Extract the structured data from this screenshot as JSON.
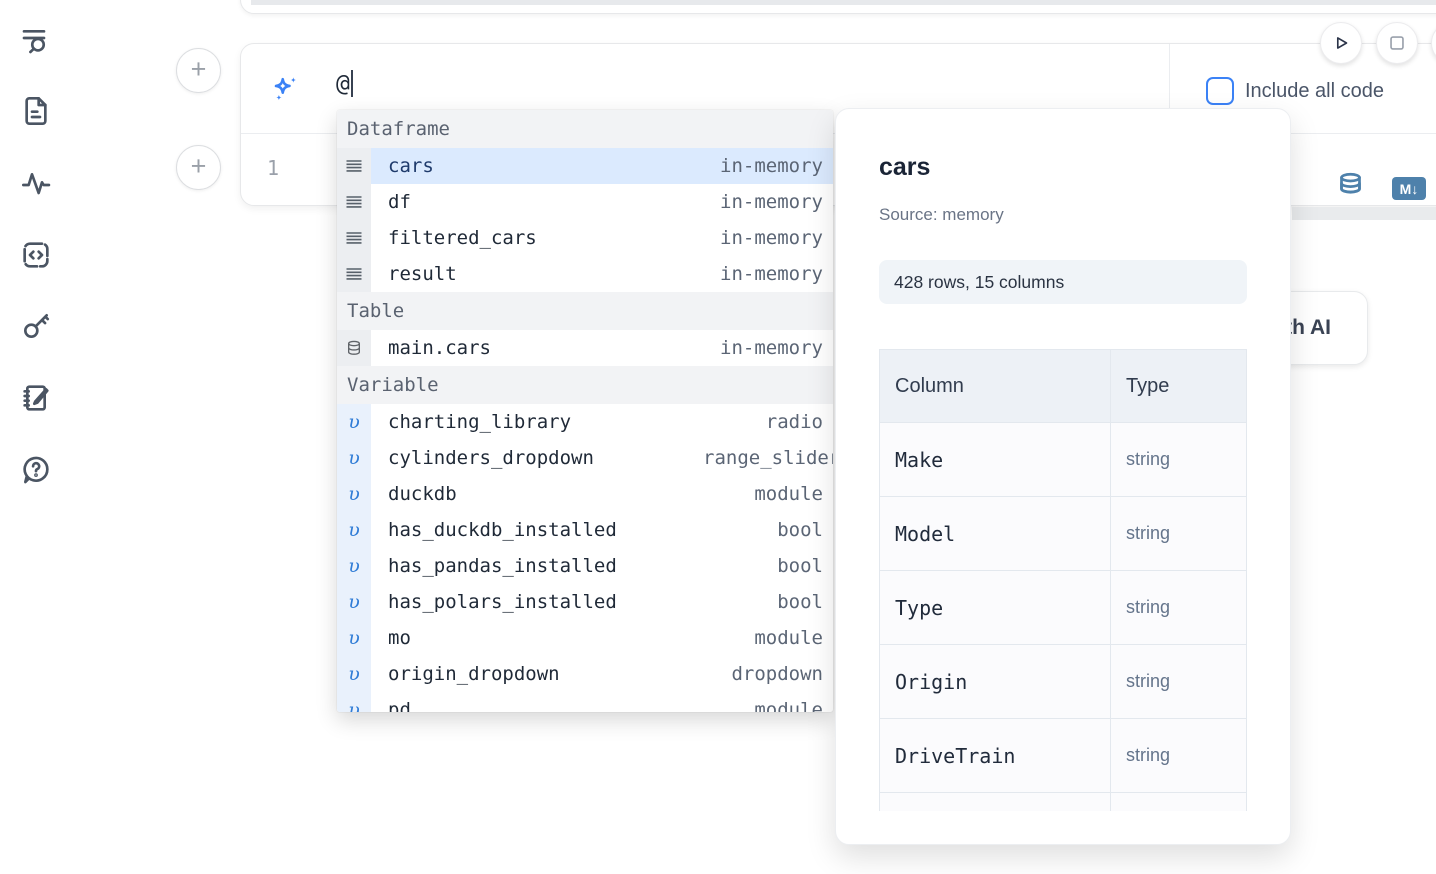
{
  "sidebar": {
    "items": [
      {
        "icon": "search-list-icon"
      },
      {
        "icon": "file-document-icon"
      },
      {
        "icon": "activity-icon"
      },
      {
        "icon": "code-cell-icon"
      },
      {
        "icon": "key-icon"
      },
      {
        "icon": "scratchpad-notebook-icon"
      },
      {
        "icon": "help-chat-icon"
      }
    ]
  },
  "toolbar": {
    "include_all_code_label": "Include all code"
  },
  "ai_cell": {
    "prompt_value": "@"
  },
  "code_cell": {
    "line_number": "1",
    "markdown_badge": "M↓"
  },
  "autocomplete": {
    "sections": [
      {
        "label": "Dataframe",
        "items": [
          {
            "name": "cars",
            "detail": "in-memory",
            "icon": "dataframe-icon",
            "selected": true
          },
          {
            "name": "df",
            "detail": "in-memory",
            "icon": "dataframe-icon"
          },
          {
            "name": "filtered_cars",
            "detail": "in-memory",
            "icon": "dataframe-icon"
          },
          {
            "name": "result",
            "detail": "in-memory",
            "icon": "dataframe-icon"
          }
        ]
      },
      {
        "label": "Table",
        "items": [
          {
            "name": "main.cars",
            "detail": "in-memory",
            "icon": "database-icon"
          }
        ]
      },
      {
        "label": "Variable",
        "variable_glyph": "υ",
        "items": [
          {
            "name": "charting_library",
            "detail": "radio",
            "icon": "variable-icon"
          },
          {
            "name": "cylinders_dropdown",
            "detail": "range_slider",
            "icon": "variable-icon"
          },
          {
            "name": "duckdb",
            "detail": "module",
            "icon": "variable-icon"
          },
          {
            "name": "has_duckdb_installed",
            "detail": "bool",
            "icon": "variable-icon"
          },
          {
            "name": "has_pandas_installed",
            "detail": "bool",
            "icon": "variable-icon"
          },
          {
            "name": "has_polars_installed",
            "detail": "bool",
            "icon": "variable-icon"
          },
          {
            "name": "mo",
            "detail": "module",
            "icon": "variable-icon"
          },
          {
            "name": "origin_dropdown",
            "detail": "dropdown",
            "icon": "variable-icon"
          },
          {
            "name": "pd",
            "detail": "module",
            "icon": "variable-icon"
          }
        ]
      }
    ]
  },
  "preview_panel": {
    "title": "cars",
    "source": "Source: memory",
    "shape_badge": "428 rows, 15 columns",
    "table": {
      "headers": [
        "Column",
        "Type"
      ],
      "rows": [
        [
          "Make",
          "string"
        ],
        [
          "Model",
          "string"
        ],
        [
          "Type",
          "string"
        ],
        [
          "Origin",
          "string"
        ],
        [
          "DriveTrain",
          "string"
        ]
      ]
    }
  },
  "ai_generate_button": {
    "label": "Generate with AI"
  },
  "colors": {
    "accent_blue": "#3b82f6",
    "selected_row_bg": "#dbeafe",
    "steel_blue_icon": "#4e81ab",
    "section_header_bg": "#f2f3f5"
  }
}
